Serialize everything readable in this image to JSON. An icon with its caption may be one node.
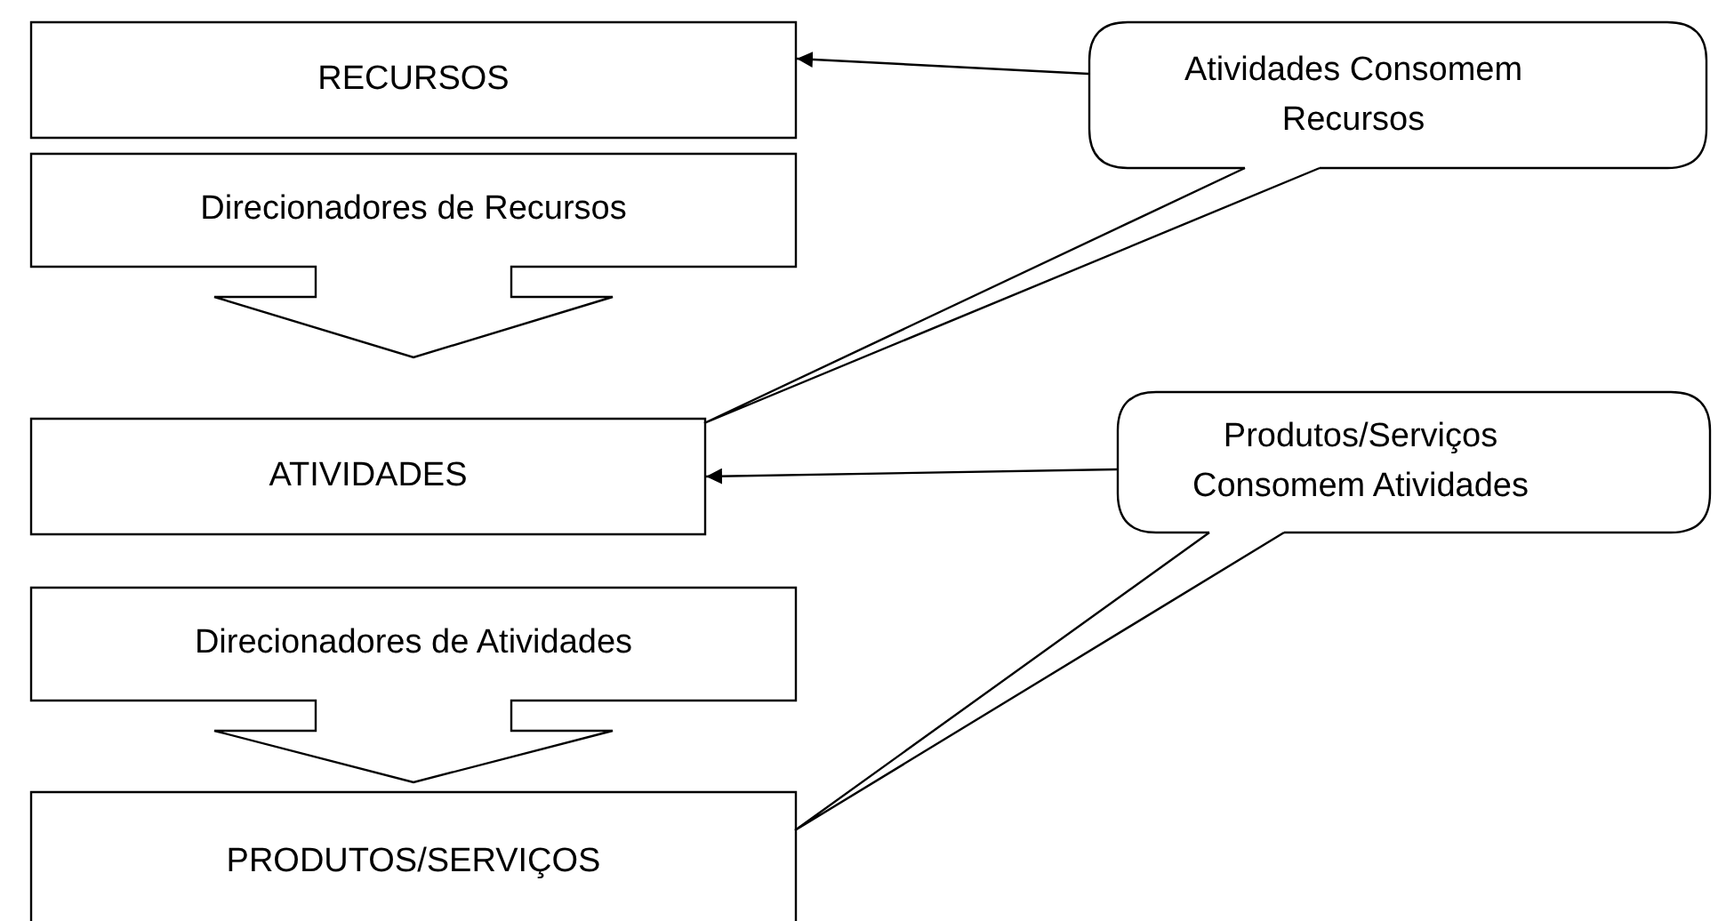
{
  "diagram": {
    "nodes": [
      {
        "text": [
          "RECURSOS"
        ]
      },
      {
        "text": [
          "Atividades Consomem Recursos"
        ]
      },
      {
        "text": [
          "Direcionadores de Recursos"
        ]
      },
      {
        "text": [
          "ATIVIDADES"
        ]
      },
      {
        "text": [
          "Produtos/Serviços Consomem Atividades"
        ]
      },
      {
        "text": [
          "Direcionadores de Atividades"
        ]
      },
      {
        "text": [
          "PRODUTOS/SERVIÇOS"
        ]
      }
    ],
    "edges": [
      {
        "from": 1,
        "to": 0,
        "arrow": "to"
      },
      {
        "from": 1,
        "to": 3,
        "arrow": "none"
      },
      {
        "from": 4,
        "to": 3,
        "arrow": "to"
      },
      {
        "from": 4,
        "to": 6,
        "arrow": "none"
      }
    ]
  }
}
